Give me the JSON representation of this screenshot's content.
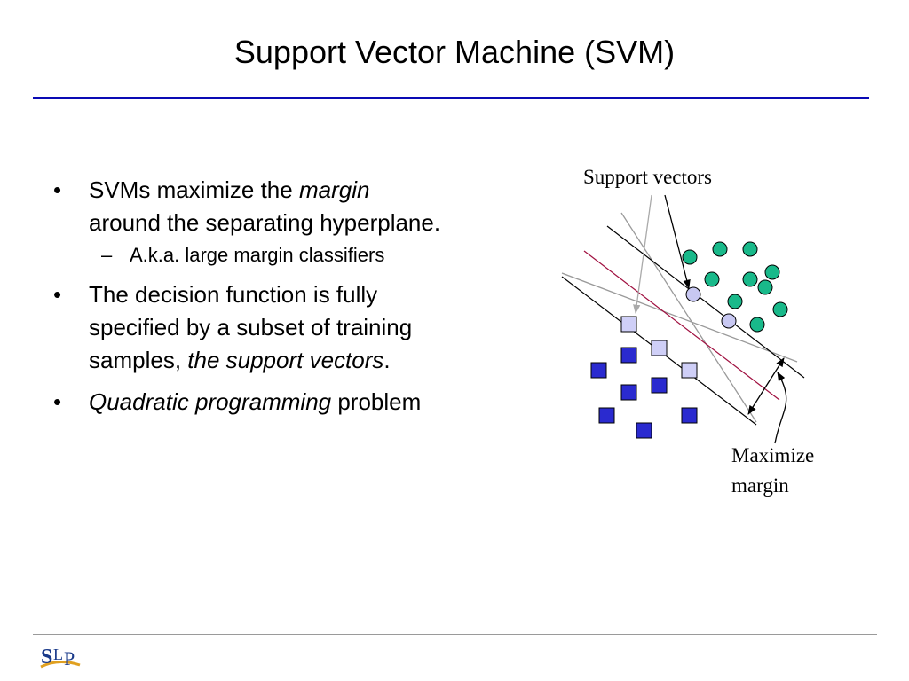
{
  "title": "Support Vector Machine (SVM)",
  "bullets": [
    {
      "parts": [
        "SVMs maximize the ",
        "margin",
        ""
      ],
      "cont": "around the separating hyperplane."
    },
    {
      "sub": "A.k.a. large margin classifiers"
    },
    {
      "lines": [
        "The decision function is fully",
        "specified by a subset of training"
      ],
      "tail": [
        "samples, ",
        "the support vectors",
        "."
      ]
    },
    {
      "parts": [
        "Quadratic programming",
        " problem"
      ]
    }
  ],
  "bullet_mark": "•",
  "sub_mark": "–",
  "diagram": {
    "support_vectors_label": "Support vectors",
    "maximize_label_line1": "Maximize",
    "maximize_label_line2": "margin"
  },
  "logo_text": "SLP",
  "colors": {
    "title_rule": "#0a0ab4",
    "circle_fill": "#19b98a",
    "circle_sv_fill": "#c8c8f2",
    "square_fill": "#2a2acf",
    "square_sv_fill": "#cfcff7",
    "hyperplane": "#a01040"
  }
}
